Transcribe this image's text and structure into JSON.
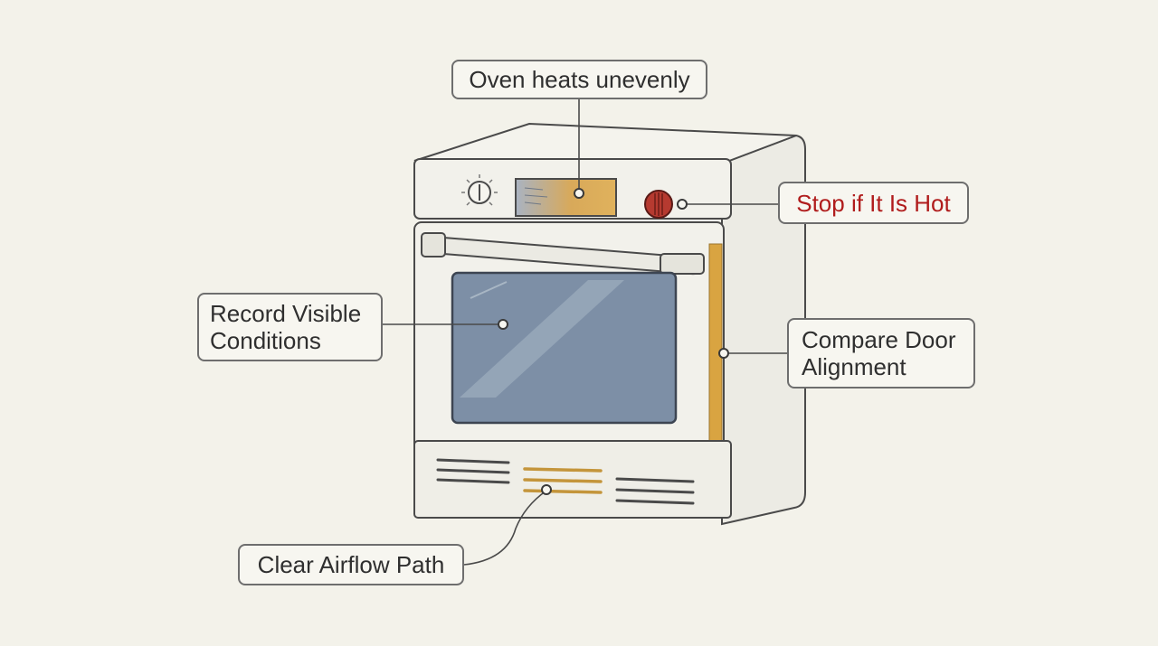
{
  "callouts": {
    "top": "Oven heats unevenly",
    "stop": "Stop if It Is Hot",
    "record": [
      "Record Visible",
      "Conditions"
    ],
    "door": [
      "Compare Door",
      "Alignment"
    ],
    "airflow": "Clear Airflow Path"
  },
  "colors": {
    "background": "#f3f2ea",
    "outline": "#4a4a4a",
    "warning": "#b01c1c",
    "highlight": "#d9a441",
    "glass": "#7d8fa6"
  }
}
